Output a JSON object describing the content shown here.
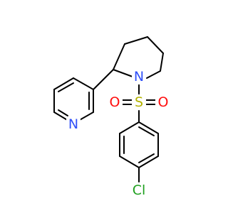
{
  "molecule": {
    "colors": {
      "bond": "#000000",
      "nitrogen": "#3050F8",
      "sulfur": "#B2B200",
      "oxygen": "#FF0D0D",
      "chlorine": "#1FA01F"
    },
    "atoms": {
      "n_pyridine": "N",
      "n_piperidine": "N",
      "s_sulfonyl": "S",
      "o_left": "O",
      "o_right": "O",
      "cl": "Cl"
    }
  }
}
